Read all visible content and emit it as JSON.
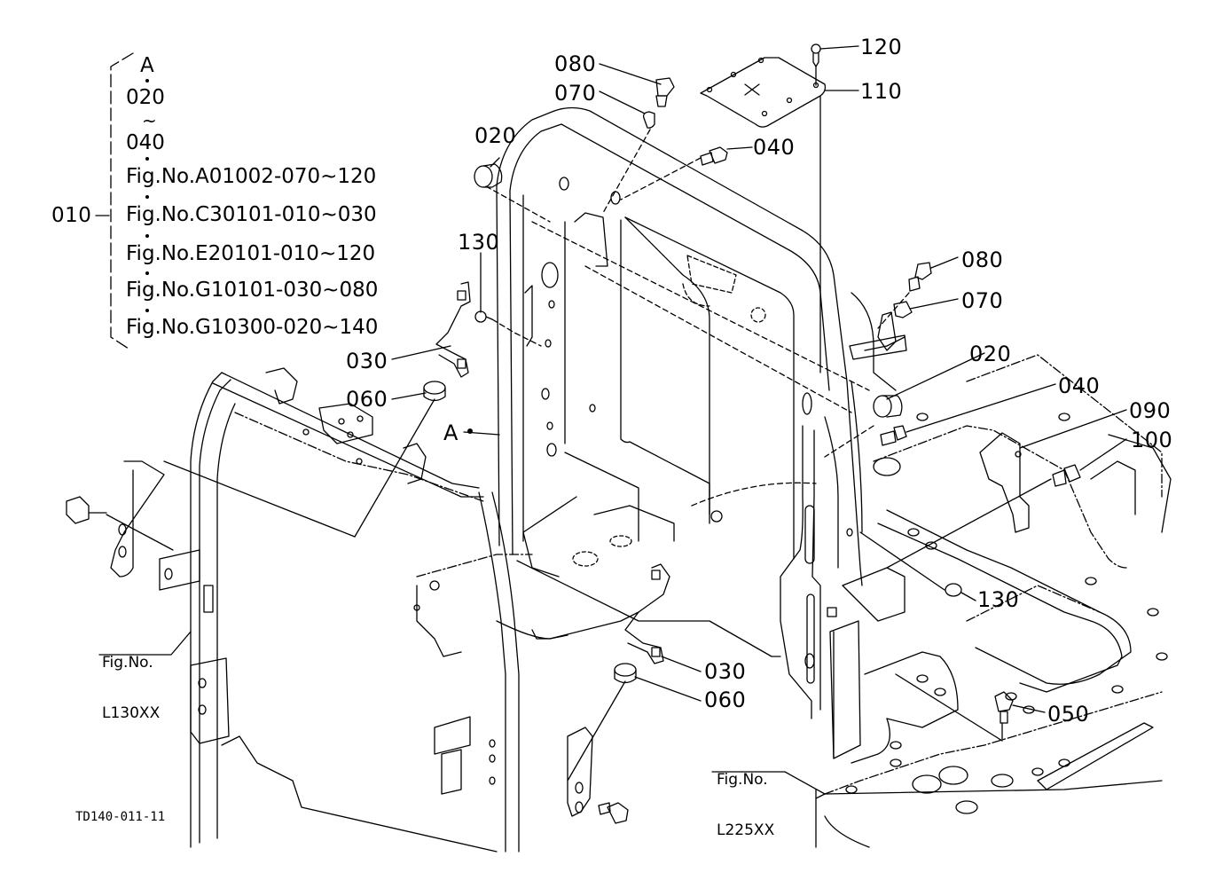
{
  "drawing_code": "TD140-011-11",
  "assembly": {
    "parent_part": "010",
    "includes": [
      "A",
      "020",
      "~",
      "040",
      "Fig.No.A01002-070∼120",
      "Fig.No.C30101-010∼030",
      "Fig.No.E20101-010∼120",
      "Fig.No.G10101-030∼080",
      "Fig.No.G10300-020∼140"
    ]
  },
  "reference_label_A": "A",
  "figure_refs": [
    {
      "line1": "Fig.No.",
      "line2": "L130XX"
    },
    {
      "line1": "Fig.No.",
      "line2": "L225XX"
    }
  ],
  "callouts": {
    "c120": "120",
    "c110": "110",
    "c080_top": "080",
    "c070_top": "070",
    "c040_top": "040",
    "c020_left": "020",
    "c130_left": "130",
    "c030_left": "030",
    "c060_left": "060",
    "c080_right": "080",
    "c070_right": "070",
    "c020_right": "020",
    "c040_right": "040",
    "c090": "090",
    "c100": "100",
    "c130_right": "130",
    "c030_bottom": "030",
    "c060_bottom": "060",
    "c050": "050"
  }
}
